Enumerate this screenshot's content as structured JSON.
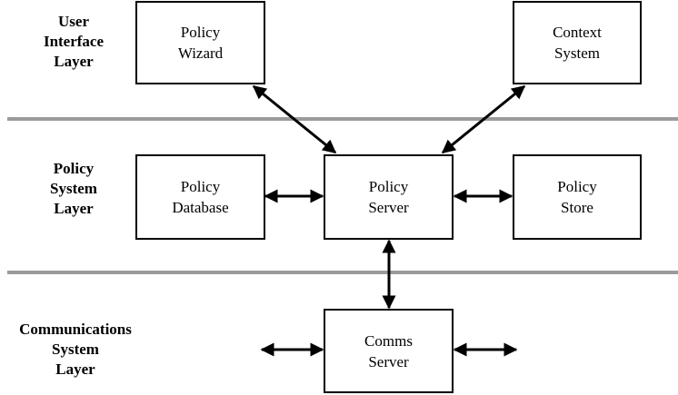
{
  "layers": [
    {
      "id": "ui",
      "label": "User\nInterface\nLayer"
    },
    {
      "id": "policy",
      "label": "Policy\nSystem\nLayer"
    },
    {
      "id": "comms",
      "label": "Communications\nSystem\nLayer"
    }
  ],
  "boxes": {
    "policy_wizard": {
      "label": "Policy\nWizard"
    },
    "context_system": {
      "label": "Context\nSystem"
    },
    "policy_database": {
      "label": "Policy\nDatabase"
    },
    "policy_server": {
      "label": "Policy\nServer"
    },
    "policy_store": {
      "label": "Policy\nStore"
    },
    "comms_server": {
      "label": "Comms\nServer"
    }
  },
  "connections": [
    {
      "from": "policy_wizard",
      "to": "policy_server",
      "direction": "bidirectional"
    },
    {
      "from": "context_system",
      "to": "policy_server",
      "direction": "bidirectional"
    },
    {
      "from": "policy_database",
      "to": "policy_server",
      "direction": "bidirectional"
    },
    {
      "from": "policy_server",
      "to": "policy_store",
      "direction": "bidirectional"
    },
    {
      "from": "policy_server",
      "to": "comms_server",
      "direction": "bidirectional"
    },
    {
      "from": "external_left",
      "to": "comms_server",
      "direction": "bidirectional"
    },
    {
      "from": "comms_server",
      "to": "external_right",
      "direction": "bidirectional"
    }
  ],
  "colors": {
    "divider": "#9b9b9b",
    "stroke": "#000000",
    "background": "#ffffff"
  }
}
